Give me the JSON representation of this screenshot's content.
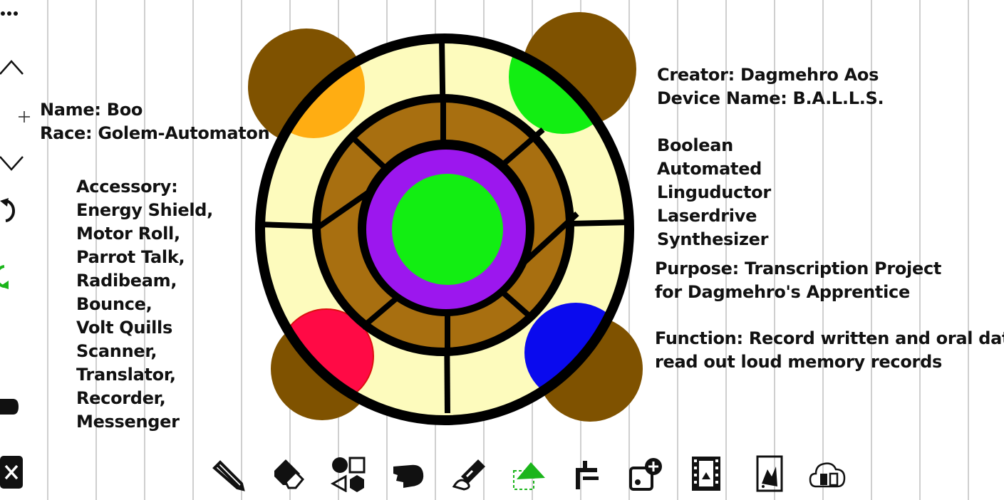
{
  "name_block": {
    "line1": "Name: Boo",
    "line2": "Race: Golem-Automaton"
  },
  "accessory_block": {
    "heading": "Accessory:",
    "items": [
      "Energy Shield,",
      "Motor Roll,",
      "Parrot Talk,",
      "Radibeam,",
      "Bounce,",
      "Volt Quills",
      "Scanner,",
      "Translator,",
      "Recorder,",
      "Messenger"
    ]
  },
  "creator_block": {
    "creator": "Creator: Dagmehro Aos",
    "device_name": "Device Name: B.A.L.L.S."
  },
  "acronym_block": {
    "lines": [
      "Boolean",
      "Automated",
      "Linguductor",
      "Laserdrive",
      "Synthesizer"
    ]
  },
  "purpose_block": {
    "line1": "Purpose: Transcription Project",
    "line2": "for Dagmehro's Apprentice"
  },
  "function_block": {
    "line1": "Function: Record written and oral data,",
    "line2": "read out loud memory records"
  },
  "colors": {
    "cream": "#fdfbbd",
    "brown_ring": "#a86f10",
    "dark_brown": "#7f5200",
    "purple": "#9c17ee",
    "green": "#12ee12",
    "orange": "#ffad12",
    "red": "#ff0a45",
    "blue": "#0a0aee",
    "toolbar_active": "#1bb51b"
  },
  "left_rail": {
    "icons": [
      "more-dots-icon",
      "chevron-up-icon",
      "add-icon",
      "chevron-down-icon",
      "redo-icon",
      "undo-icon",
      "pen-tip-icon",
      "close-icon"
    ]
  },
  "toolbar": {
    "icons": [
      "pencil-icon",
      "eraser-icon",
      "shapes-icon",
      "finger-smudge-icon",
      "highlighter-icon",
      "lasso-select-icon",
      "align-icon",
      "add-image-icon",
      "film-icon",
      "page-background-icon",
      "cloud-sync-icon"
    ]
  }
}
